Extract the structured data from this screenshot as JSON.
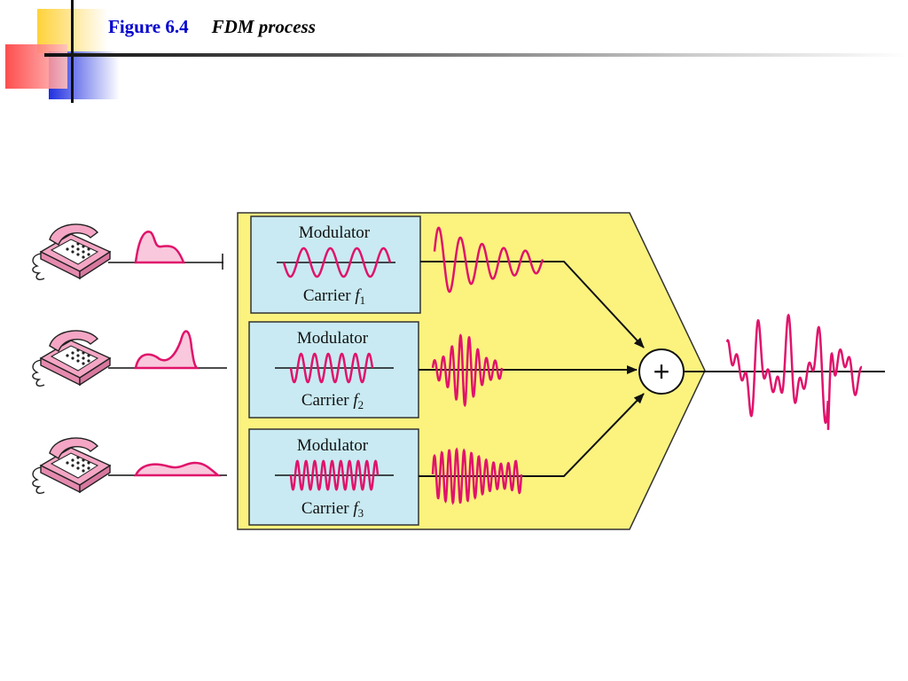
{
  "figure": {
    "number": "Figure 6.4",
    "title": "FDM process"
  },
  "colors": {
    "waveform": "#e0136b",
    "mux_body": "#fbf37e",
    "modulator_box": "#c9eaf2",
    "telephone": "#f4a6c4",
    "baseband_fill": "#f9c8dc",
    "title_blue": "#0000cc"
  },
  "channels": [
    {
      "modulator_label": "Modulator",
      "carrier_label": "Carrier",
      "carrier_symbol": "f",
      "carrier_index": "1",
      "relative_carrier_frequency": 1
    },
    {
      "modulator_label": "Modulator",
      "carrier_label": "Carrier",
      "carrier_symbol": "f",
      "carrier_index": "2",
      "relative_carrier_frequency": 2
    },
    {
      "modulator_label": "Modulator",
      "carrier_label": "Carrier",
      "carrier_symbol": "f",
      "carrier_index": "3",
      "relative_carrier_frequency": 3
    }
  ],
  "summer": {
    "symbol": "+"
  },
  "icons": [
    "telephone-icon",
    "summing-junction-icon",
    "arrow-icon"
  ]
}
